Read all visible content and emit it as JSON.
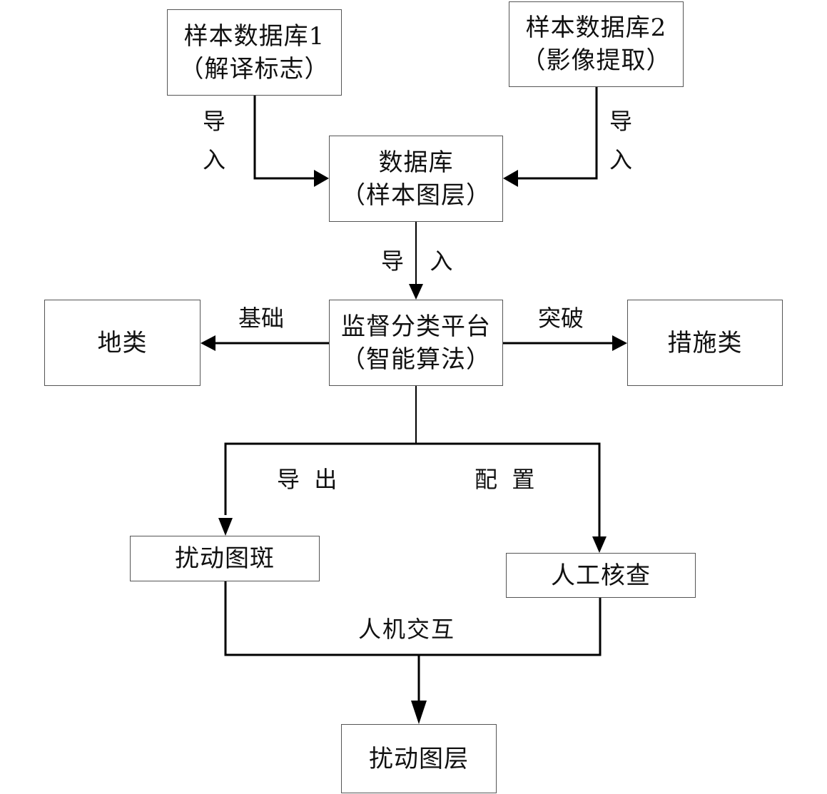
{
  "nodes": {
    "sample_db1": {
      "line1": "样本数据库1",
      "line2": "（解译标志）"
    },
    "sample_db2": {
      "line1": "样本数据库2",
      "line2": "（影像提取）"
    },
    "database": {
      "line1": "数据库",
      "line2": "（样本图层）"
    },
    "platform": {
      "line1": "监督分类平台",
      "line2": "（智能算法）"
    },
    "land_class": {
      "line1": "地类"
    },
    "measure_class": {
      "line1": "措施类"
    },
    "disturb_patch": {
      "line1": "扰动图斑"
    },
    "manual_check": {
      "line1": "人工核查"
    },
    "disturb_layer": {
      "line1": "扰动图层"
    }
  },
  "edges": {
    "db1_to_database": {
      "label_top": "导",
      "label_bottom": "入"
    },
    "db2_to_database": {
      "label_top": "导",
      "label_bottom": "入"
    },
    "database_to_platform": {
      "label": "导  入"
    },
    "platform_to_land": {
      "label": "基础"
    },
    "platform_to_measure": {
      "label": "突破"
    },
    "platform_to_patch": {
      "label": "导  出"
    },
    "platform_to_check": {
      "label": "配  置"
    },
    "merge_to_layer": {
      "label": "人机交互"
    }
  }
}
